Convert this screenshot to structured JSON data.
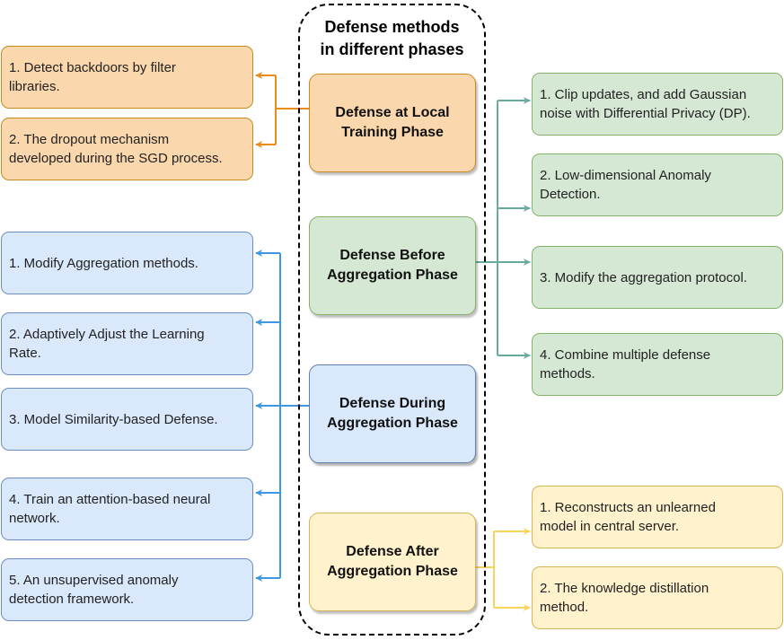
{
  "title": {
    "line1": "Defense methods",
    "line2": "in different phases"
  },
  "phases": {
    "local": {
      "line1": "Defense at Local",
      "line2": "Training Phase"
    },
    "before": {
      "line1": "Defense Before",
      "line2": "Aggregation Phase"
    },
    "during": {
      "line1": "Defense During",
      "line2": "Aggregation Phase"
    },
    "after": {
      "line1": "Defense After",
      "line2": "Aggregation Phase"
    }
  },
  "local_methods": [
    {
      "line1": "1. Detect backdoors by filter",
      "line2": "libraries."
    },
    {
      "line1": "2. The dropout mechanism",
      "line2": "developed during the SGD process."
    }
  ],
  "during_methods": [
    {
      "line1": "1. Modify Aggregation methods.",
      "line2": ""
    },
    {
      "line1": "2. Adaptively Adjust the Learning",
      "line2": "Rate."
    },
    {
      "line1": "3. Model Similarity-based Defense.",
      "line2": ""
    },
    {
      "line1": "4. Train an attention-based neural",
      "line2": "network."
    },
    {
      "line1": "5. An unsupervised anomaly",
      "line2": "detection framework."
    }
  ],
  "before_methods": [
    {
      "line1": "1. Clip updates, and add Gaussian",
      "line2": "noise with Differential Privacy (DP)."
    },
    {
      "line1": "2. Low-dimensional Anomaly",
      "line2": "Detection."
    },
    {
      "line1": "3. Modify the aggregation protocol.",
      "line2": ""
    },
    {
      "line1": "4. Combine multiple defense",
      "line2": "methods."
    }
  ],
  "after_methods": [
    {
      "line1": "1. Reconstructs an unlearned",
      "line2": "model in central server."
    },
    {
      "line1": "2. The knowledge distillation",
      "line2": "method."
    }
  ],
  "colors": {
    "orange_fill": "#fad7ac",
    "orange_arrow": "#ed8a19",
    "blue_fill": "#dae8fc",
    "blue_arrow": "#3d97e3",
    "green_fill": "#d5e8d4",
    "green_arrow": "#67ab9f",
    "yellow_fill": "#fff2cc",
    "yellow_arrow": "#fad35c"
  }
}
